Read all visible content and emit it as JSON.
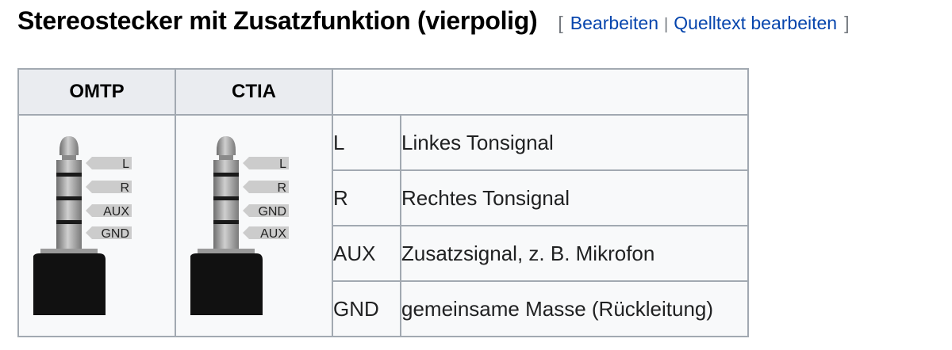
{
  "heading": {
    "title": "Stereostecker mit Zusatzfunktion (vierpolig)",
    "bracket_open": "[",
    "edit_link": "Bearbeiten",
    "separator": "|",
    "source_edit_link": "Quelltext bearbeiten",
    "bracket_close": "]"
  },
  "table": {
    "headers": [
      "OMTP",
      "CTIA",
      ""
    ],
    "plugs": [
      {
        "name": "OMTP",
        "labels": [
          "L",
          "R",
          "AUX",
          "GND"
        ]
      },
      {
        "name": "CTIA",
        "labels": [
          "L",
          "R",
          "GND",
          "AUX"
        ]
      }
    ],
    "rows": [
      {
        "code": "L",
        "description": "Linkes Tonsignal"
      },
      {
        "code": "R",
        "description": "Rechtes Tonsignal"
      },
      {
        "code": "AUX",
        "description": "Zusatzsignal, z. B. Mikrofon"
      },
      {
        "code": "GND",
        "description": "gemeinsame Masse (Rückleitung)"
      }
    ]
  }
}
